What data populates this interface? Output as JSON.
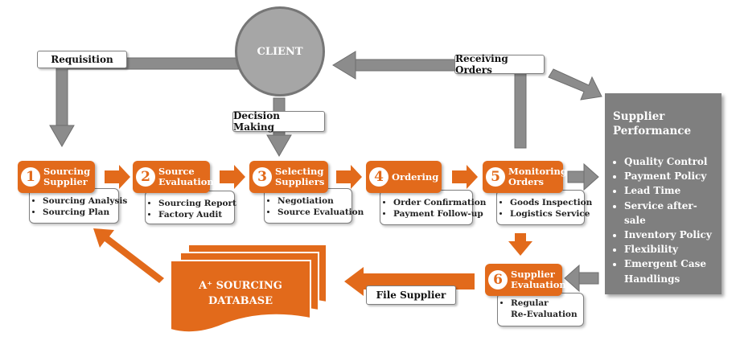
{
  "client": "CLIENT",
  "labels": {
    "requisition": "Requisition",
    "receiving_orders": "Receiving Orders",
    "decision_making": "Decision Making",
    "file_supplier": "File Supplier"
  },
  "steps": [
    {
      "num": "1",
      "title": "Sourcing\nSupplier",
      "items": [
        "Sourcing Analysis",
        "Sourcing Plan"
      ]
    },
    {
      "num": "2",
      "title": "Source\nEvaluation",
      "items": [
        "Sourcing Report",
        "Factory Audit"
      ]
    },
    {
      "num": "3",
      "title": "Selecting\nSuppliers",
      "items": [
        "Negotiation",
        "Source Evaluation"
      ]
    },
    {
      "num": "4",
      "title": "Ordering",
      "items": [
        "Order Confirmation",
        "Payment Follow-up"
      ]
    },
    {
      "num": "5",
      "title": "Monitoring\nOrders",
      "items": [
        "Goods Inspection",
        "Logistics Service"
      ]
    },
    {
      "num": "6",
      "title": "Supplier\nEvaluation",
      "items": [
        "Regular\nRe-Evaluation"
      ]
    }
  ],
  "supplier_performance": {
    "title": "Supplier\nPerformance",
    "items": [
      "Quality Control",
      "Payment Policy",
      "Lead Time",
      "Service after-sale",
      "Inventory Policy",
      "Flexibility",
      "Emergent Case Handlings"
    ]
  },
  "database": "A⁺ SOURCING\nDATABASE",
  "colors": {
    "orange": "#e26a1b",
    "gray": "#7f7f7f",
    "light_gray": "#a6a6a6"
  }
}
